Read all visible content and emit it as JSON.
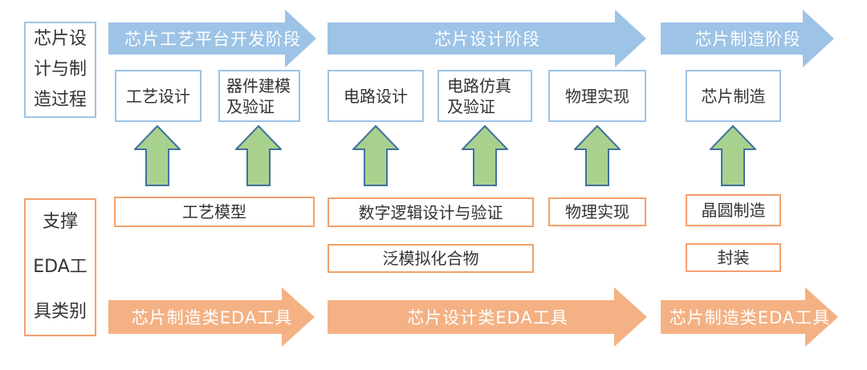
{
  "colors": {
    "stage_arrow_blue": "#9dc3e6",
    "box_border_blue": "#9dc3e6",
    "connector_green_fill": "#a9d18e",
    "connector_green_stroke": "#41719c",
    "tool_arrow_orange": "#f4b183",
    "box_border_orange": "#f2a16e",
    "box_text": "#333333",
    "arrow_text": "#ffffff",
    "background": "#ffffff"
  },
  "icons": {
    "flow_connector": "up-arrow"
  },
  "left_panels": {
    "process": {
      "text": "芯片设计与制造过程",
      "lines": [
        "芯片设",
        "计与制",
        "造过程"
      ]
    },
    "tools": {
      "text": "支撑EDA工具类别",
      "lines": [
        "支撑",
        "EDA工",
        "具类别"
      ]
    }
  },
  "stage_arrows": [
    {
      "label": "芯片工艺平台开发阶段"
    },
    {
      "label": "芯片设计阶段"
    },
    {
      "label": "芯片制造阶段"
    }
  ],
  "process_boxes": [
    {
      "label": "工艺设计"
    },
    {
      "label": "器件建模及验证"
    },
    {
      "label": "电路设计"
    },
    {
      "label": "电路仿真及验证"
    },
    {
      "label": "物理实现"
    },
    {
      "label": "芯片制造"
    }
  ],
  "tool_boxes": [
    {
      "label": "工艺模型"
    },
    {
      "label": "数字逻辑设计与验证"
    },
    {
      "label": "物理实现"
    },
    {
      "label": "晶圆制造"
    },
    {
      "label": "泛模拟化合物"
    },
    {
      "label": "封装"
    }
  ],
  "tool_arrows": [
    {
      "label": "芯片制造类EDA工具"
    },
    {
      "label": "芯片设计类EDA工具"
    },
    {
      "label": "芯片制造类EDA工具"
    }
  ]
}
